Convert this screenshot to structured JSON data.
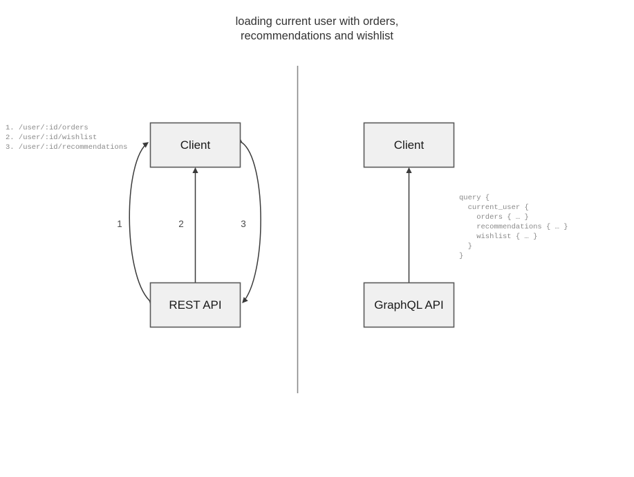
{
  "title": "loading current user with orders,\nrecommendations and wishlist",
  "divider": {
    "name": "vertical-divider",
    "color": "#888888"
  },
  "rest_panel": {
    "endpoints_text": "1. /user/:id/orders\n2. /user/:id/wishlist\n3. /user/:id/recommendations",
    "endpoints": [
      {
        "index": "1.",
        "path": "/user/:id/orders"
      },
      {
        "index": "2.",
        "path": "/user/:id/wishlist"
      },
      {
        "index": "3.",
        "path": "/user/:id/recommendations"
      }
    ],
    "client_node": "Client",
    "api_node": "REST API",
    "edges": [
      {
        "label": "1",
        "from": "Client",
        "to": "REST API",
        "style": "curved-left",
        "arrows": "both"
      },
      {
        "label": "2",
        "from": "Client",
        "to": "REST API",
        "style": "straight",
        "arrows": "both"
      },
      {
        "label": "3",
        "from": "Client",
        "to": "REST API",
        "style": "curved-right",
        "arrows": "both"
      }
    ]
  },
  "graphql_panel": {
    "client_node": "Client",
    "api_node": "GraphQL API",
    "query_text": "query {\n  current_user {\n    orders { … }\n    recommendations { … }\n    wishlist { … }\n  }\n}",
    "query_lines": [
      "query {",
      "  current_user {",
      "    orders { … }",
      "    recommendations { … }",
      "    wishlist { … }",
      "  }",
      "}"
    ],
    "edge": {
      "from": "Client",
      "to": "GraphQL API",
      "style": "straight",
      "arrows": "both"
    }
  },
  "colors": {
    "node_fill": "#f0f0f0",
    "node_stroke": "#5a5a5a",
    "edge_stroke": "#4a4a4a",
    "text": "#1a1a1a",
    "code_text": "#8a8a8a",
    "title_text": "#333333"
  }
}
